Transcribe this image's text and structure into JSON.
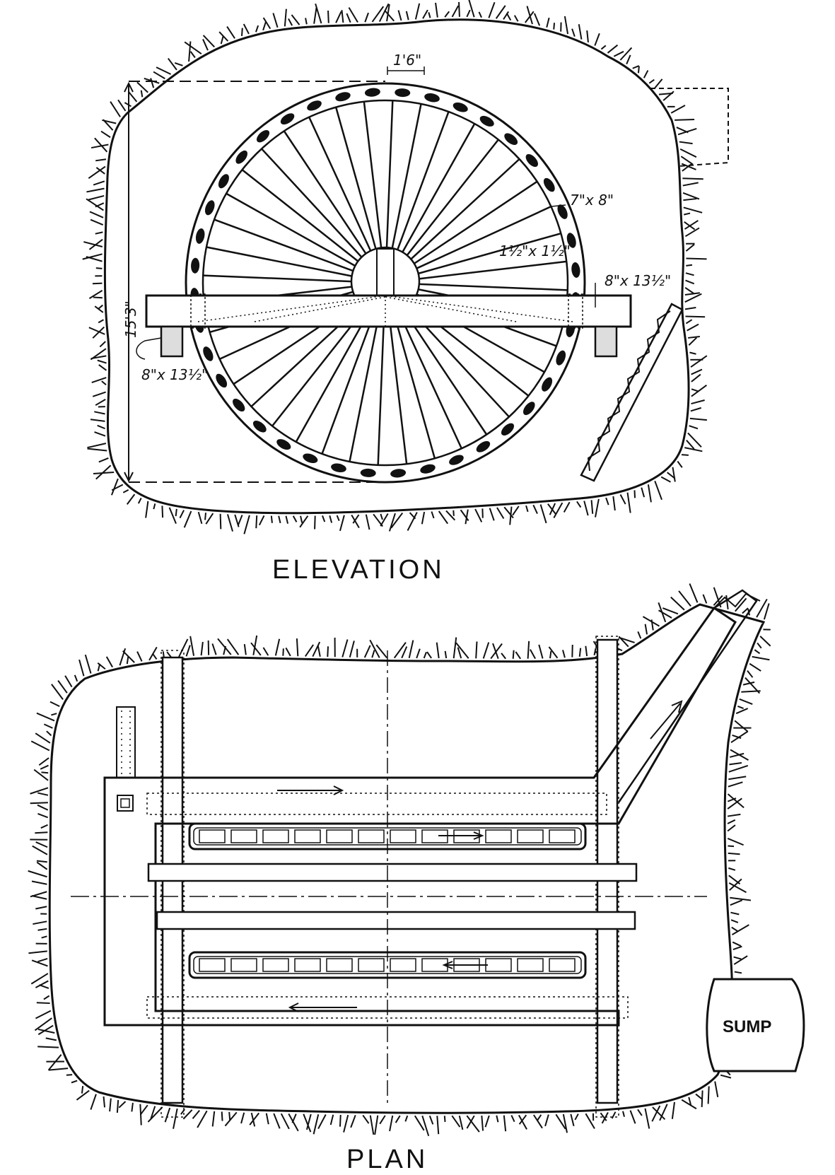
{
  "elevation": {
    "caption": "ELEVATION",
    "dims": {
      "bucket_pitch": "1'6\"",
      "bucket_size": "7\"x 8\"",
      "spoke_size": "1½\"x 1½\"",
      "beam_right": "8\"x 13½\"",
      "beam_left": "8\"x 13½\"",
      "wheel_height": "15'3\""
    }
  },
  "plan": {
    "caption": "PLAN",
    "sump_label": "SUMP"
  },
  "colors": {
    "ink": "#111111",
    "paper": "#ffffff"
  }
}
